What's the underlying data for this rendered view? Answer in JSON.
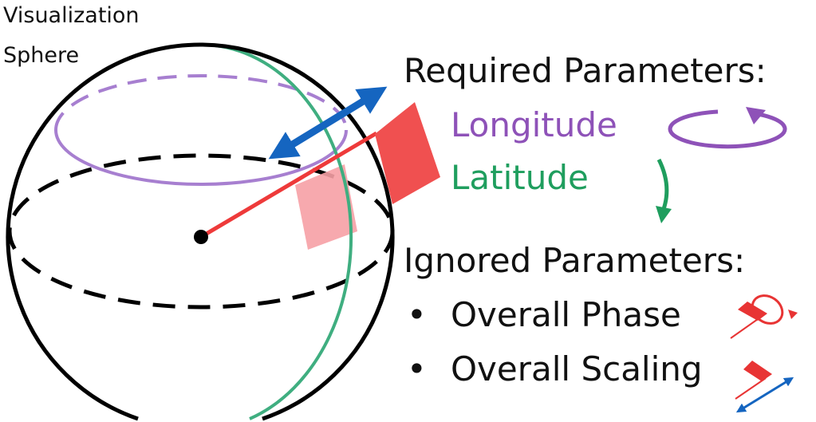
{
  "sphere_label": [
    "Visualization",
    "Sphere"
  ],
  "required": {
    "title": "Required Parameters:",
    "longitude": "Longitude",
    "latitude": "Latitude"
  },
  "ignored": {
    "title": "Ignored Parameters:",
    "items": [
      "Overall Phase",
      "Overall Scaling"
    ],
    "bullet": "•"
  },
  "colors": {
    "purple": "#8e52b8",
    "green": "#1f9e5e",
    "blue": "#1565c0",
    "red": "#e83434",
    "pink": "#f6a0a5"
  }
}
